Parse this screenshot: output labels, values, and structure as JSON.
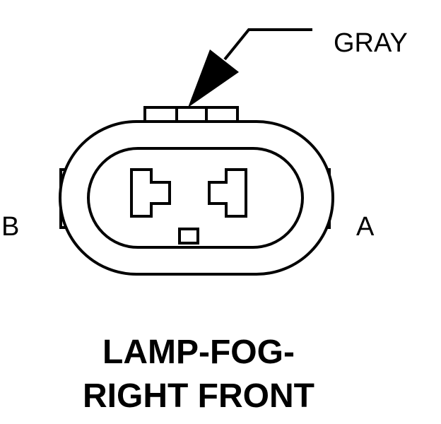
{
  "callout": {
    "label": "GRAY"
  },
  "pins": {
    "left_label": "B",
    "right_label": "A"
  },
  "caption": {
    "line1": "LAMP-FOG-",
    "line2": "RIGHT FRONT"
  },
  "colors": {
    "ink": "#000000",
    "background": "#ffffff"
  }
}
